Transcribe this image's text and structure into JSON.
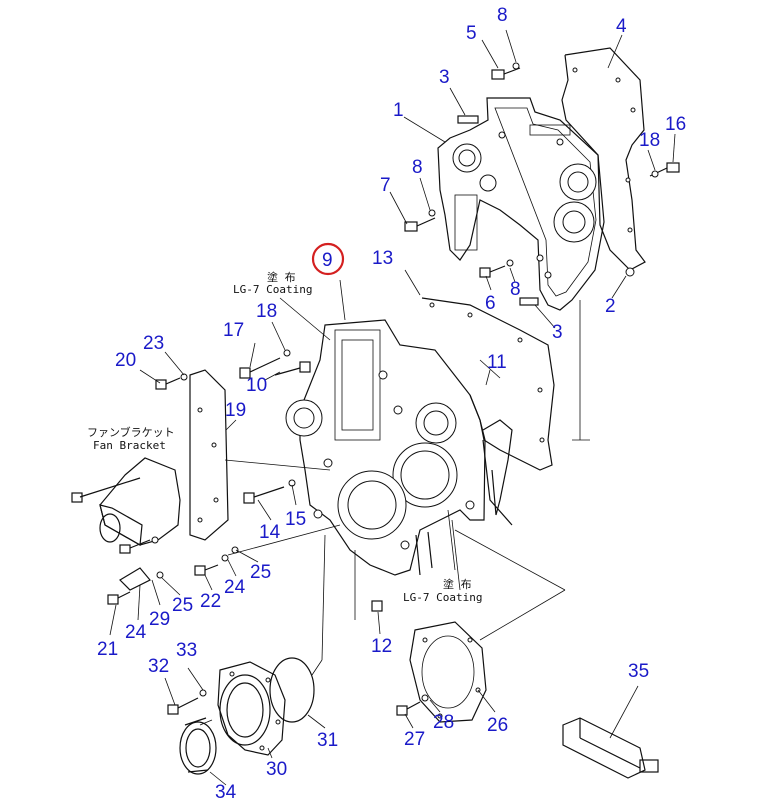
{
  "diagram": {
    "highlight_color": "#d42020",
    "label_color": "#1a1ac8",
    "highlighted_part": "9",
    "part_labels": [
      "8",
      "5",
      "4",
      "3",
      "1",
      "18",
      "16",
      "8",
      "7",
      "9",
      "13",
      "6",
      "8",
      "2",
      "3",
      "17",
      "18",
      "23",
      "20",
      "10",
      "11",
      "19",
      "14",
      "15",
      "22",
      "24",
      "25",
      "21",
      "24",
      "29",
      "25",
      "12",
      "32",
      "33",
      "35",
      "31",
      "28",
      "26",
      "27",
      "30",
      "34"
    ],
    "notes": {
      "coating_jp_1": "塗 布",
      "coating_en_1": "LG-7 Coating",
      "fan_bracket_jp": "ファンブラケット",
      "fan_bracket_en": "Fan Bracket",
      "coating_jp_2": "塗 布",
      "coating_en_2": "LG-7 Coating"
    }
  }
}
